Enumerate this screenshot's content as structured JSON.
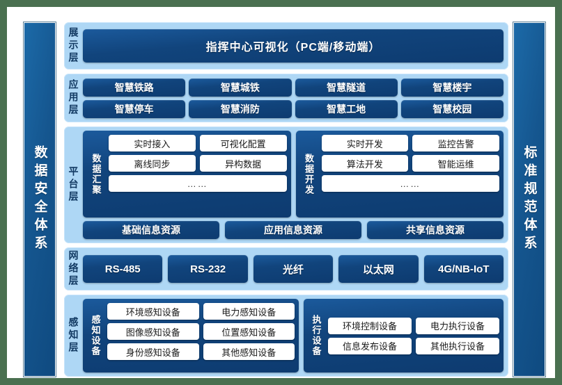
{
  "sidebars": {
    "left": "数据安全体系",
    "right": "标准规范体系"
  },
  "layers": [
    {
      "id": "presentation",
      "label": "展示层",
      "banner": "指挥中心可视化（PC端/移动端）"
    },
    {
      "id": "application",
      "label": "应用层",
      "apps": [
        "智慧铁路",
        "智慧城铁",
        "智慧隧道",
        "智慧楼宇",
        "智慧停车",
        "智慧消防",
        "智慧工地",
        "智慧校园"
      ]
    },
    {
      "id": "platform",
      "label": "平台层",
      "groups": [
        {
          "label": "数据汇聚",
          "rows": [
            [
              "实时接入",
              "可视化配置"
            ],
            [
              "离线同步",
              "异构数据"
            ]
          ],
          "ellipsis": "……"
        },
        {
          "label": "数据开发",
          "rows": [
            [
              "实时开发",
              "监控告警"
            ],
            [
              "算法开发",
              "智能运维"
            ]
          ],
          "ellipsis": "……"
        }
      ],
      "resources": [
        "基础信息资源",
        "应用信息资源",
        "共享信息资源"
      ]
    },
    {
      "id": "network",
      "label": "网络层",
      "items": [
        "RS-485",
        "RS-232",
        "光纤",
        "以太网",
        "4G/NB-IoT"
      ]
    },
    {
      "id": "perception",
      "label": "感知层",
      "groups": [
        {
          "label": "感知设备",
          "rows": [
            [
              "环境感知设备",
              "电力感知设备"
            ],
            [
              "图像感知设备",
              "位置感知设备"
            ],
            [
              "身份感知设备",
              "其他感知设备"
            ]
          ]
        },
        {
          "label": "执行设备",
          "rows": [
            [
              "环境控制设备",
              "电力执行设备"
            ],
            [
              "信息发布设备",
              "其他执行设备"
            ]
          ]
        }
      ]
    }
  ],
  "colors": {
    "background": "#4a7050",
    "panel": "#ffffff",
    "band": "#aed7f5",
    "chip_dark": "#11447c",
    "chip_dark_light": "#1b5a9c",
    "sidebar": "#15568f",
    "text_light": "#ffffff",
    "text_dark": "#1a1a1a",
    "label_text": "#123a63"
  }
}
